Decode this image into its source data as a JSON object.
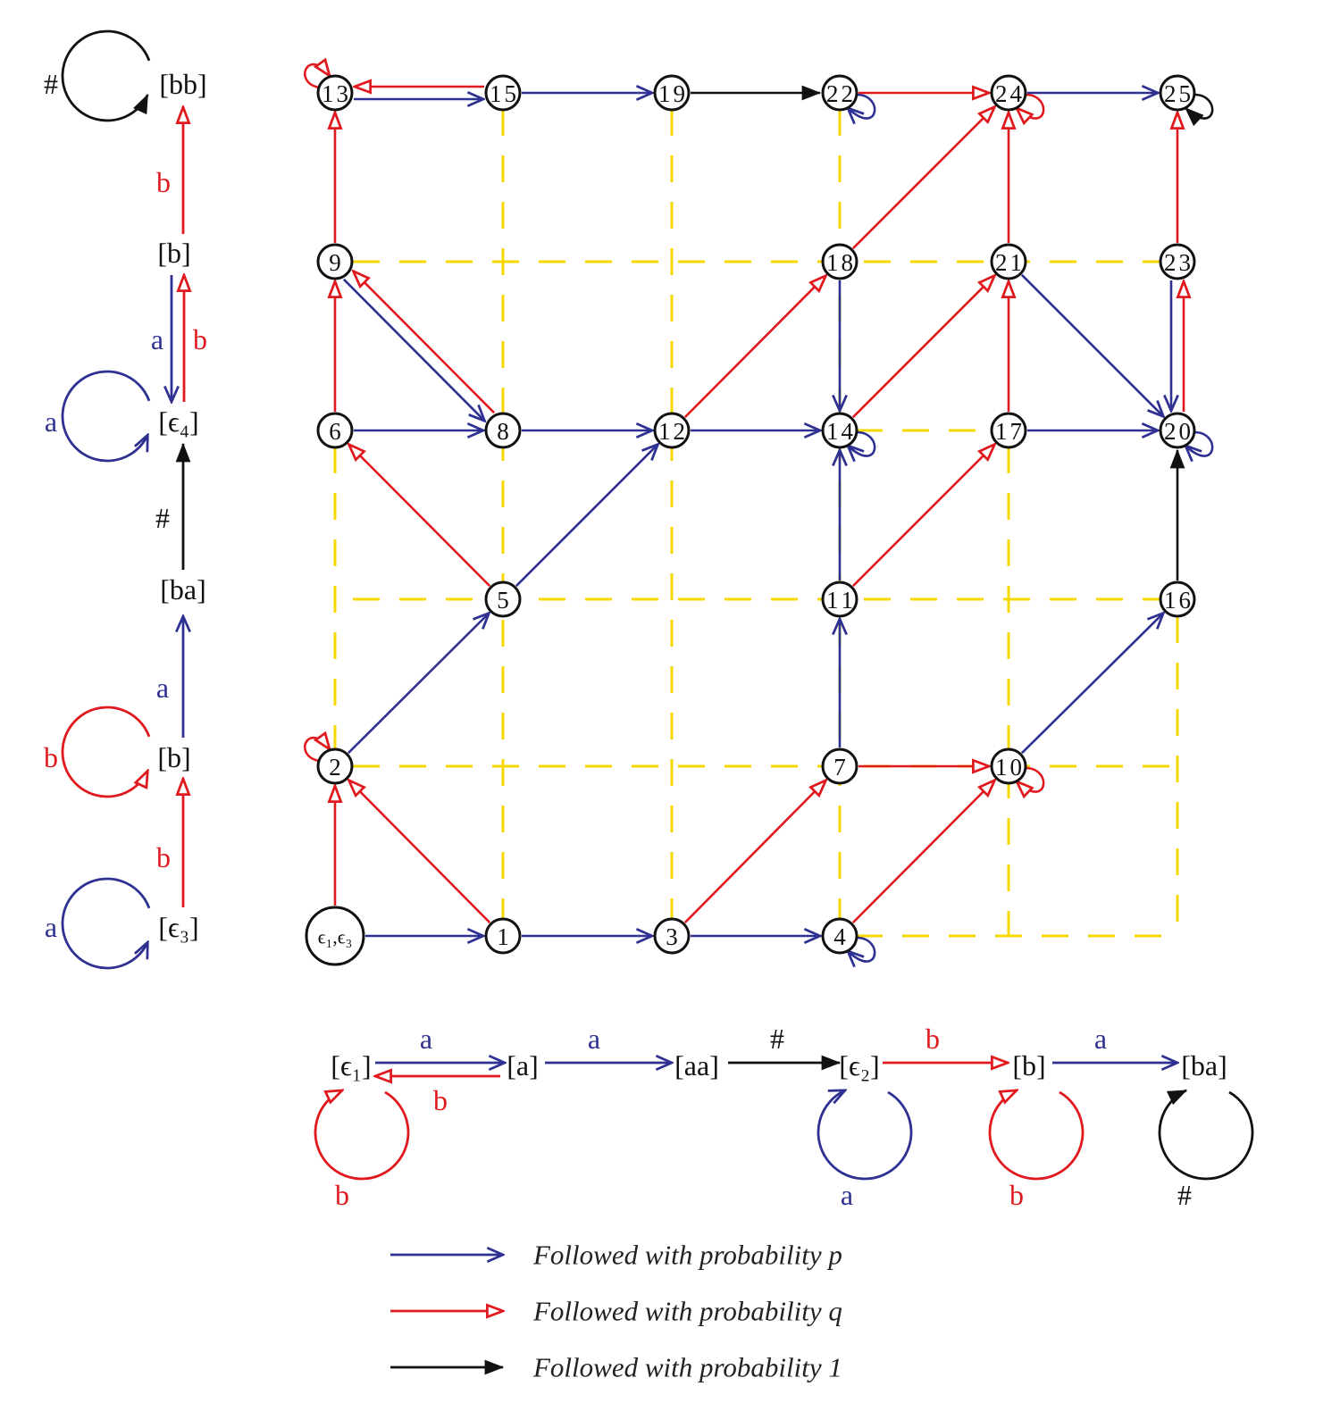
{
  "colors": {
    "p": "#2e3192",
    "q": "#e0191e",
    "one": "#111111",
    "grid": "#f5d800",
    "node": "#111111"
  },
  "main_graph": {
    "nodes": [
      {
        "id": "e",
        "label": "ϵ₁,ϵ₃"
      },
      {
        "id": "1",
        "label": "1"
      },
      {
        "id": "2",
        "label": "2"
      },
      {
        "id": "3",
        "label": "3"
      },
      {
        "id": "4",
        "label": "4"
      },
      {
        "id": "5",
        "label": "5"
      },
      {
        "id": "6",
        "label": "6"
      },
      {
        "id": "7",
        "label": "7"
      },
      {
        "id": "8",
        "label": "8"
      },
      {
        "id": "9",
        "label": "9"
      },
      {
        "id": "10",
        "label": "10"
      },
      {
        "id": "11",
        "label": "11"
      },
      {
        "id": "12",
        "label": "12"
      },
      {
        "id": "13",
        "label": "13"
      },
      {
        "id": "14",
        "label": "14"
      },
      {
        "id": "15",
        "label": "15"
      },
      {
        "id": "16",
        "label": "16"
      },
      {
        "id": "17",
        "label": "17"
      },
      {
        "id": "18",
        "label": "18"
      },
      {
        "id": "19",
        "label": "19"
      },
      {
        "id": "20",
        "label": "20"
      },
      {
        "id": "21",
        "label": "21"
      },
      {
        "id": "22",
        "label": "22"
      },
      {
        "id": "23",
        "label": "23"
      },
      {
        "id": "24",
        "label": "24"
      },
      {
        "id": "25",
        "label": "25"
      }
    ],
    "edges": [
      {
        "from": "e",
        "to": "1",
        "type": "p"
      },
      {
        "from": "1",
        "to": "3",
        "type": "p"
      },
      {
        "from": "3",
        "to": "4",
        "type": "p"
      },
      {
        "from": "2",
        "to": "5",
        "type": "p"
      },
      {
        "from": "5",
        "to": "12",
        "type": "p"
      },
      {
        "from": "6",
        "to": "8",
        "type": "p"
      },
      {
        "from": "8",
        "to": "12",
        "type": "p"
      },
      {
        "from": "12",
        "to": "14",
        "type": "p"
      },
      {
        "from": "17",
        "to": "20",
        "type": "p"
      },
      {
        "from": "9",
        "to": "8",
        "type": "p"
      },
      {
        "from": "13",
        "to": "15",
        "type": "p"
      },
      {
        "from": "15",
        "to": "19",
        "type": "p"
      },
      {
        "from": "24",
        "to": "25",
        "type": "p"
      },
      {
        "from": "18",
        "to": "14",
        "type": "p"
      },
      {
        "from": "11",
        "to": "14",
        "type": "p"
      },
      {
        "from": "7",
        "to": "11",
        "type": "p"
      },
      {
        "from": "10",
        "to": "16",
        "type": "p"
      },
      {
        "from": "21",
        "to": "20",
        "type": "p"
      },
      {
        "from": "23",
        "to": "20",
        "type": "p"
      },
      {
        "from": "e",
        "to": "2",
        "type": "q"
      },
      {
        "from": "1",
        "to": "2",
        "type": "q"
      },
      {
        "from": "3",
        "to": "7",
        "type": "q"
      },
      {
        "from": "4",
        "to": "10",
        "type": "q"
      },
      {
        "from": "7",
        "to": "10",
        "type": "q"
      },
      {
        "from": "5",
        "to": "6",
        "type": "q"
      },
      {
        "from": "6",
        "to": "9",
        "type": "q"
      },
      {
        "from": "8",
        "to": "9",
        "type": "q"
      },
      {
        "from": "9",
        "to": "13",
        "type": "q"
      },
      {
        "from": "15",
        "to": "13",
        "type": "q"
      },
      {
        "from": "12",
        "to": "18",
        "type": "q"
      },
      {
        "from": "14",
        "to": "21",
        "type": "q"
      },
      {
        "from": "11",
        "to": "17",
        "type": "q"
      },
      {
        "from": "17",
        "to": "21",
        "type": "q"
      },
      {
        "from": "21",
        "to": "24",
        "type": "q"
      },
      {
        "from": "18",
        "to": "24",
        "type": "q"
      },
      {
        "from": "22",
        "to": "24",
        "type": "q"
      },
      {
        "from": "20",
        "to": "23",
        "type": "q"
      },
      {
        "from": "23",
        "to": "25",
        "type": "q"
      },
      {
        "from": "19",
        "to": "22",
        "type": "one"
      },
      {
        "from": "16",
        "to": "20",
        "type": "one"
      }
    ],
    "self_loops": [
      {
        "node": "13",
        "type": "q"
      },
      {
        "node": "2",
        "type": "q"
      },
      {
        "node": "22",
        "type": "p"
      },
      {
        "node": "24",
        "type": "q"
      },
      {
        "node": "25",
        "type": "one"
      },
      {
        "node": "14",
        "type": "p"
      },
      {
        "node": "20",
        "type": "p"
      },
      {
        "node": "10",
        "type": "q"
      },
      {
        "node": "4",
        "type": "p"
      }
    ]
  },
  "left_automaton": {
    "states": [
      "[bb]",
      "[b]",
      "[ϵ₄]",
      "[ba]",
      "[b]",
      "[ϵ₃]"
    ],
    "edge_labels": [
      "#",
      "b",
      "a",
      "b",
      "a",
      "#",
      "b",
      "a",
      "a",
      "b"
    ]
  },
  "bottom_automaton": {
    "states": [
      "[ϵ₁]",
      "[a]",
      "[aa]",
      "[ϵ₂]",
      "[b]",
      "[ba]"
    ],
    "edge_labels": [
      "a",
      "b",
      "a",
      "#",
      "b",
      "a",
      "b",
      "a",
      "b",
      "#"
    ]
  },
  "legend": [
    {
      "type": "p",
      "label": "Followed with probability p"
    },
    {
      "type": "q",
      "label": "Followed with probability q"
    },
    {
      "type": "one",
      "label": "Followed with probability 1"
    }
  ]
}
